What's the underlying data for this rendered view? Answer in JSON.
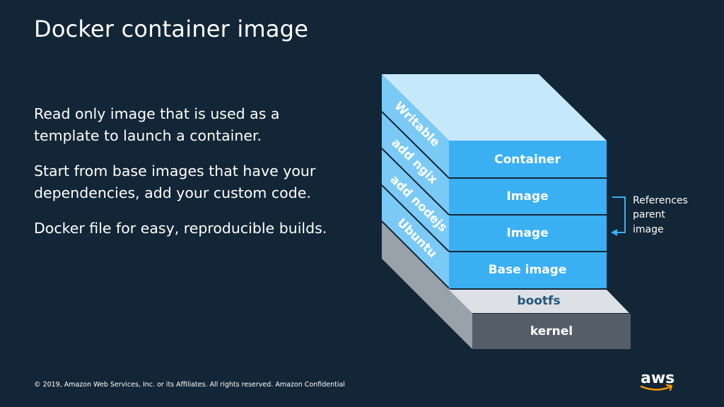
{
  "slide": {
    "title": "Docker container image",
    "bullets": [
      "Read only image that is used as a template to launch a container.",
      "Start from base images that have your dependencies, add your custom code.",
      "Docker file for easy, reproducible builds."
    ],
    "footer": "© 2019, Amazon Web Services, Inc. or its Affiliates. All rights reserved. Amazon Confidential",
    "logo_text": "aws"
  },
  "diagram": {
    "front_layers": [
      "Container",
      "Image",
      "Image",
      "Base image"
    ],
    "side_layers": [
      "Writable",
      "add ngix",
      "add nodejs",
      "Ubuntu"
    ],
    "bootfs_label": "bootfs",
    "kernel_label": "kernel",
    "annotation": [
      "References",
      "parent",
      "image"
    ]
  },
  "colors": {
    "background": "#132637",
    "layer_front": "#3ab0f2",
    "layer_side": "#7bcaf5",
    "layer_top": "#c6e8fb",
    "bootfs": "#dde0e4",
    "kernel": "#545d68",
    "arrow": "#3ab0f2"
  }
}
